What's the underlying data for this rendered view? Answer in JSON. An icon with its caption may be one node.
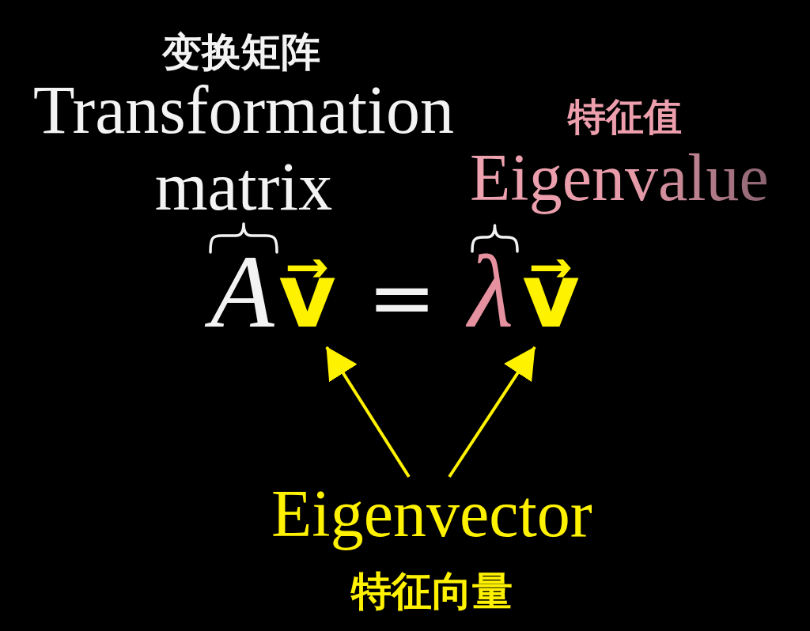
{
  "diagram": {
    "nodes": [
      {
        "text": [
          "v⃗"
        ]
      },
      {
        "text": [
          "v⃗"
        ]
      },
      {
        "text": [
          "Eigenvector",
          "特征向量"
        ]
      }
    ],
    "edges": [
      {
        "from": 2,
        "to": 0,
        "arrow": "to"
      },
      {
        "from": 2,
        "to": 1,
        "arrow": "to"
      }
    ],
    "labels": [
      "变换矩阵",
      "Transformation matrix",
      "特征值",
      "Eigenvalue",
      "A",
      "=",
      "λ"
    ]
  }
}
